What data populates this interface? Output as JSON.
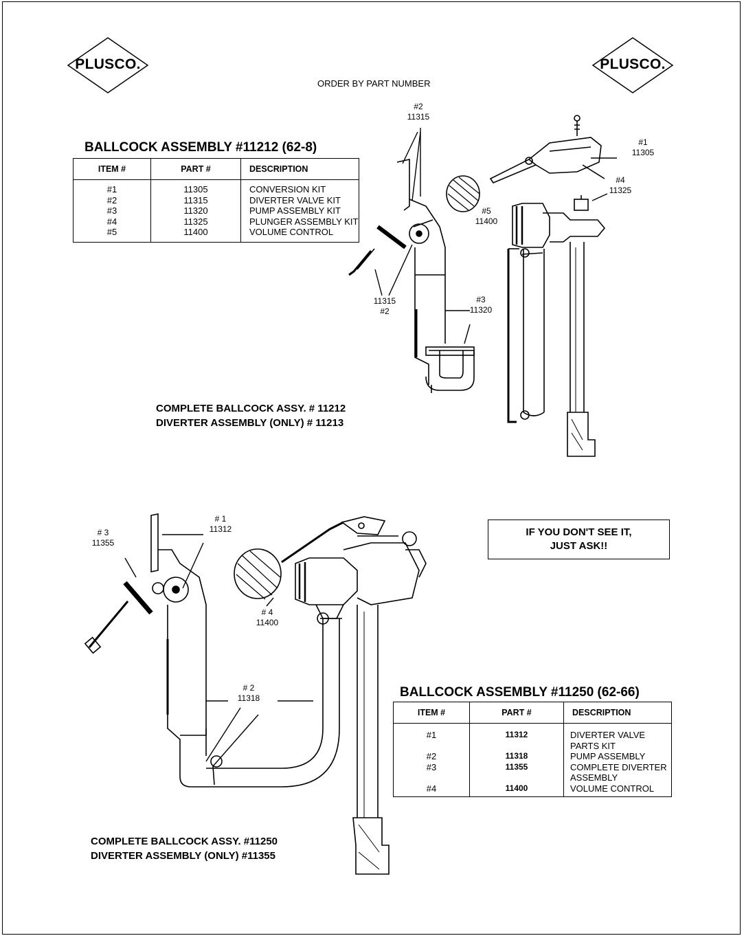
{
  "brand": {
    "logo_text": "PLUSCO."
  },
  "order_note": "ORDER BY PART NUMBER",
  "assembly_top": {
    "title": "BALLCOCK ASSEMBLY #11212 (62-8)",
    "headers": {
      "item": "ITEM #",
      "part": "PART #",
      "description": "DESCRIPTION"
    },
    "items": [
      "#1",
      "#2",
      "#3",
      "#4",
      "#5"
    ],
    "parts": [
      "11305",
      "11315",
      "11320",
      "11325",
      "11400"
    ],
    "descriptions": [
      "CONVERSION KIT",
      "DIVERTER VALVE KIT",
      "PUMP ASSEMBLY KIT",
      "PLUNGER ASSEMBLY KIT",
      "VOLUME CONTROL"
    ],
    "complete_line1": "COMPLETE BALLCOCK ASSY. # 11212",
    "complete_line2": "DIVERTER ASSEMBLY (ONLY)  # 11213",
    "callouts": {
      "c2_top": {
        "num": "#2",
        "part": "11315"
      },
      "c1": {
        "num": "#1",
        "part": "11305"
      },
      "c4": {
        "num": "#4",
        "part": "11325"
      },
      "c5": {
        "num": "#5",
        "part": "11400"
      },
      "c2_bottom": {
        "part": "11315",
        "num": "#2"
      },
      "c3": {
        "num": "#3",
        "part": "11320"
      }
    }
  },
  "assembly_bottom": {
    "title": "BALLCOCK ASSEMBLY #11250 (62-66)",
    "headers": {
      "item": "ITEM  #",
      "part": "PART #",
      "description": "DESCRIPTION"
    },
    "rows": [
      {
        "item": "#1",
        "part": "11312",
        "desc1": "DIVERTER VALVE",
        "desc2": "PARTS KIT"
      },
      {
        "item": "#2",
        "part": "11318",
        "desc1": "PUMP ASSEMBLY",
        "desc2": ""
      },
      {
        "item": "#3",
        "part": "11355",
        "desc1": "COMPLETE DIVERTER",
        "desc2": "ASSEMBLY"
      },
      {
        "item": "#4",
        "part": "11400",
        "desc1": "VOLUME CONTROL",
        "desc2": ""
      }
    ],
    "complete_line1": "COMPLETE BALLCOCK ASSY.  #11250",
    "complete_line2": "DIVERTER ASSEMBLY (ONLY)  #11355",
    "callouts": {
      "c3": {
        "num": "# 3",
        "part": "11355"
      },
      "c1": {
        "num": "# 1",
        "part": "11312"
      },
      "c4": {
        "num": "# 4",
        "part": "11400"
      },
      "c2": {
        "num": "# 2",
        "part": "11318"
      }
    }
  },
  "ask_box": {
    "line1": "IF YOU DON'T SEE  IT,",
    "line2": "JUST ASK!!"
  }
}
